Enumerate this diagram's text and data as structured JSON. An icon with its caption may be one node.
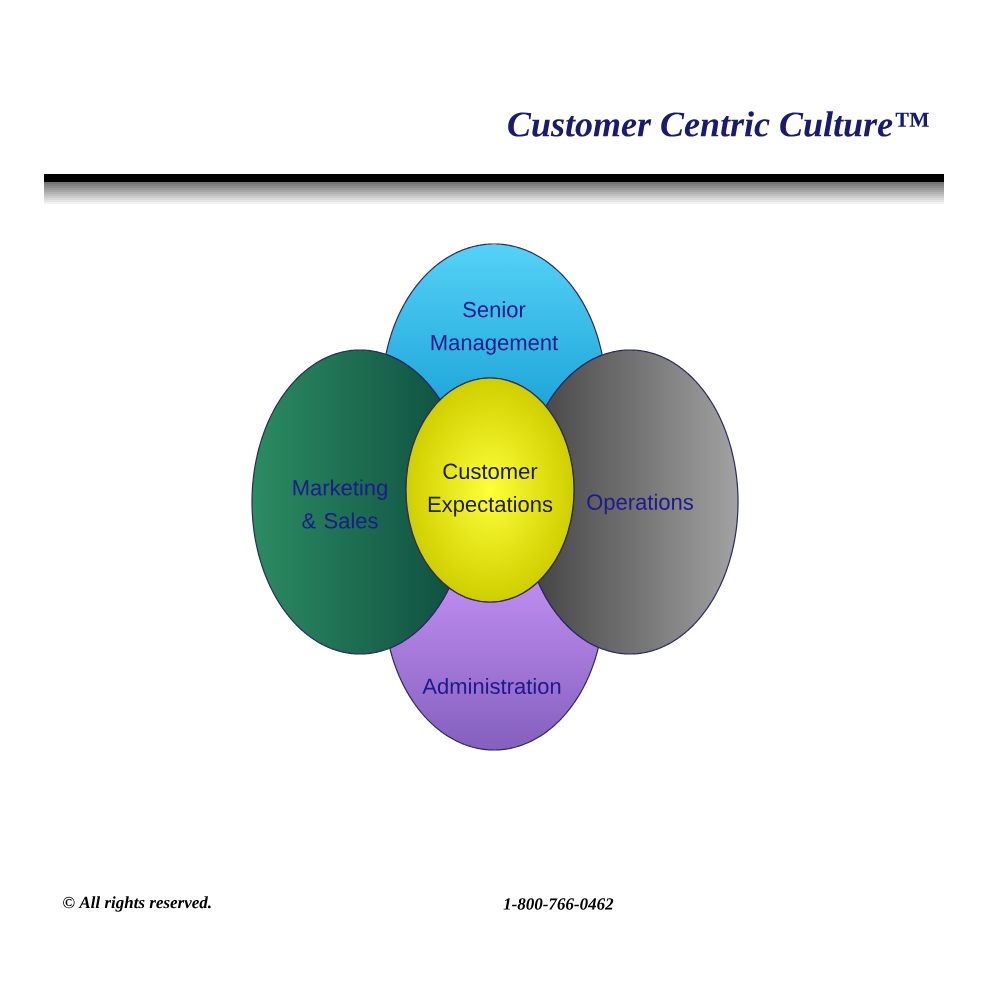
{
  "diagram": {
    "title": "Customer Centric Culture™",
    "nodes": [
      {
        "text": [
          "Senior Management"
        ]
      },
      {
        "text": [
          "Marketing & Sales"
        ]
      },
      {
        "text": [
          "Customer Expectations"
        ]
      },
      {
        "text": [
          "Operations"
        ]
      },
      {
        "text": [
          "Administration"
        ]
      }
    ],
    "labels": [
      "© All rights reserved.",
      "1-800-766-0462"
    ]
  }
}
